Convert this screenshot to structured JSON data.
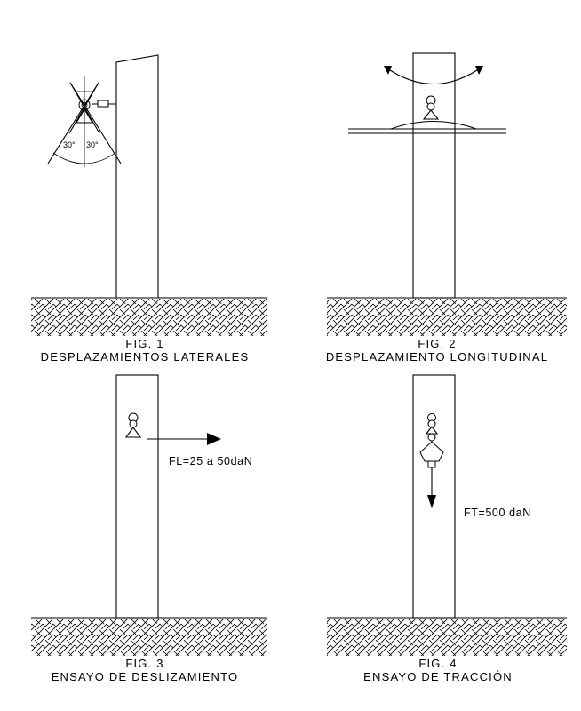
{
  "figures": [
    {
      "number": "FIG. 1",
      "title": "DESPLAZAMIENTOS LATERALES",
      "angle_left": "30°",
      "angle_right": "30°",
      "tilt_angle_deg": 30
    },
    {
      "number": "FIG. 2",
      "title": "DESPLAZAMIENTO LONGITUDINAL"
    },
    {
      "number": "FIG. 3",
      "title": "ENSAYO DE DESLIZAMIENTO",
      "force_label": "FL=25 a 50daN"
    },
    {
      "number": "FIG. 4",
      "title": "ENSAYO DE TRACCIÓN",
      "force_label": "FT=500 daN"
    }
  ]
}
